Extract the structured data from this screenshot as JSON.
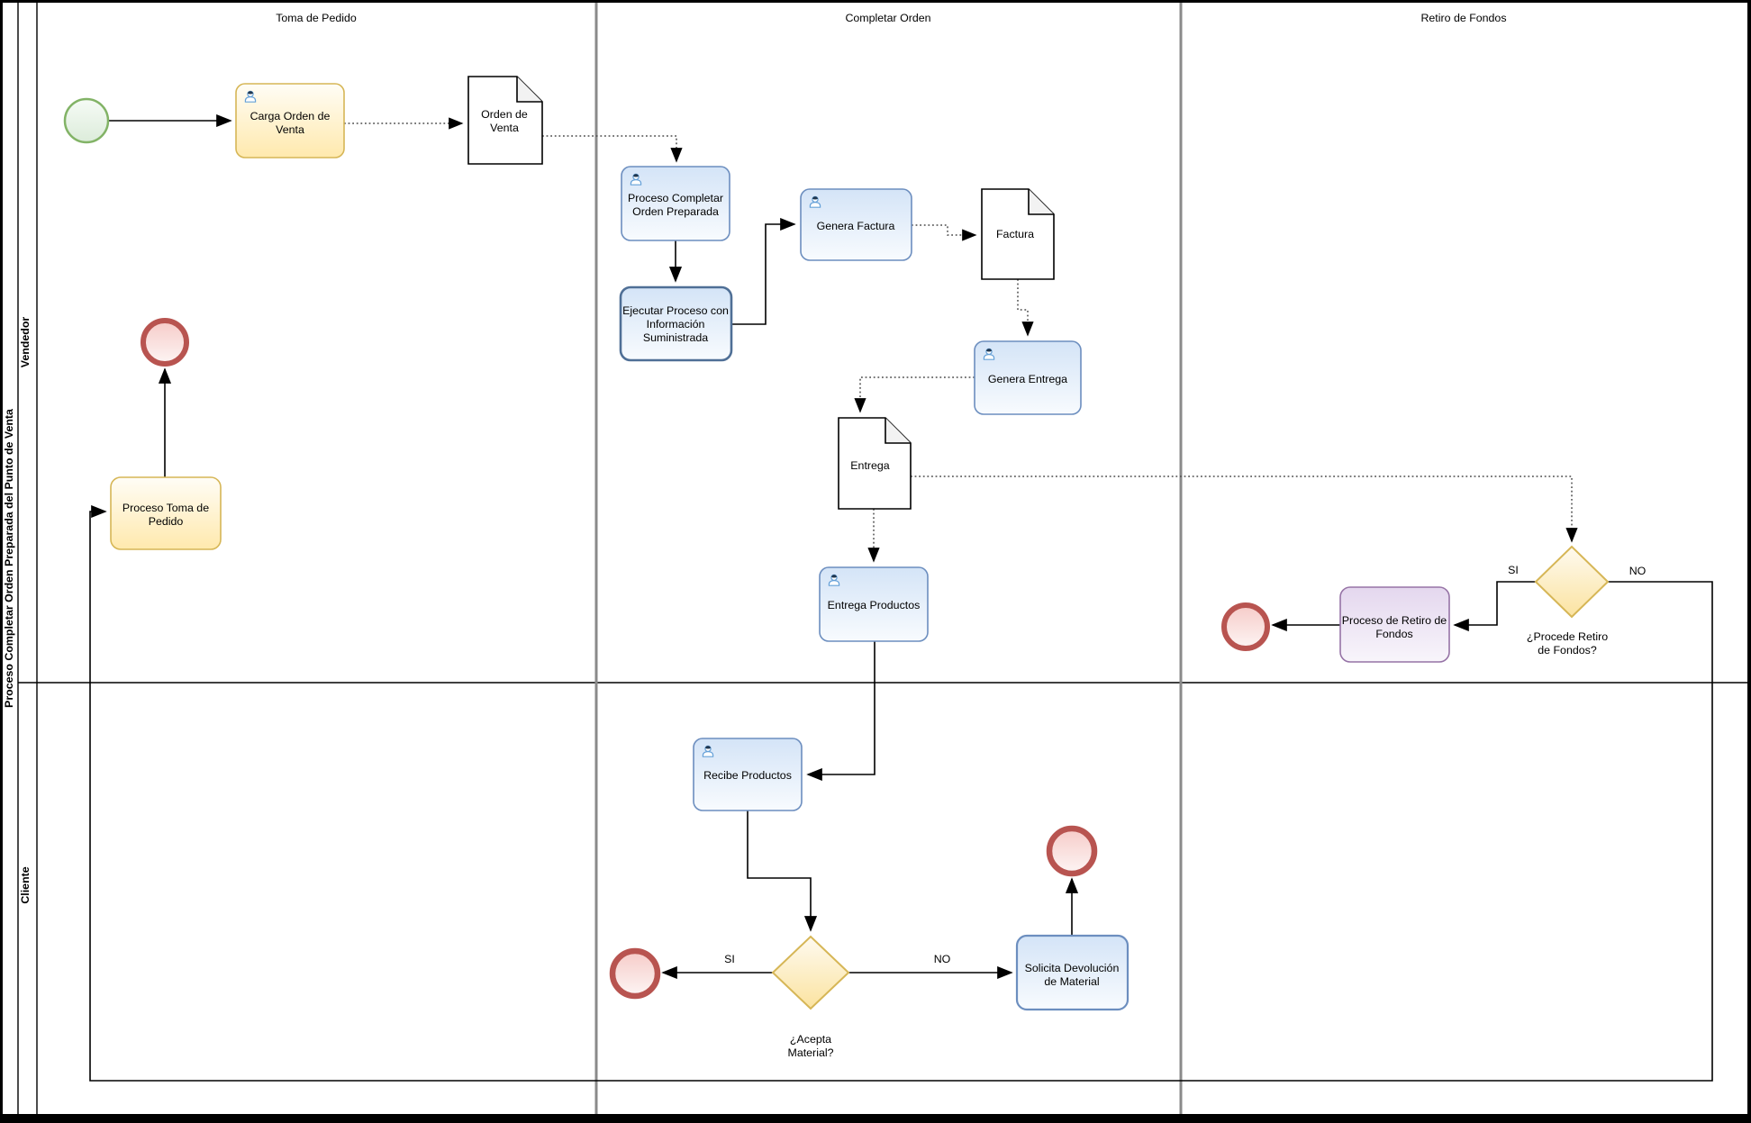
{
  "pool": {
    "title": "Proceso Completar Orden Preparada del Punto de Venta"
  },
  "lanes": [
    {
      "label": "Vendedor"
    },
    {
      "label": "Cliente"
    }
  ],
  "phases": [
    {
      "label": "Toma de Pedido"
    },
    {
      "label": "Completar Orden"
    },
    {
      "label": "Retiro de Fondos"
    }
  ],
  "nodes": {
    "carga_orden": {
      "lines": [
        "Carga Orden de",
        "Venta"
      ]
    },
    "orden_venta_doc": {
      "lines": [
        "Orden de",
        "Venta"
      ]
    },
    "proceso_completar": {
      "lines": [
        "Proceso Completar",
        "Orden Preparada"
      ]
    },
    "ejecutar_proceso": {
      "lines": [
        "Ejecutar Proceso con",
        "Información",
        "Suministrada"
      ]
    },
    "genera_factura": {
      "lines": [
        "Genera Factura"
      ]
    },
    "factura_doc": {
      "lines": [
        "Factura"
      ]
    },
    "genera_entrega": {
      "lines": [
        "Genera Entrega"
      ]
    },
    "entrega_doc": {
      "lines": [
        "Entrega"
      ]
    },
    "entrega_productos": {
      "lines": [
        "Entrega Productos"
      ]
    },
    "recibe_productos": {
      "lines": [
        "Recibe Productos"
      ]
    },
    "acepta_material_gateway": {
      "lines": [
        "¿Acepta",
        "Material?"
      ]
    },
    "solicita_devolucion": {
      "lines": [
        "Solicita Devolución",
        "de Material"
      ]
    },
    "proceso_toma": {
      "lines": [
        "Proceso Toma de",
        "Pedido"
      ]
    },
    "procede_retiro_gateway": {
      "lines": [
        "¿Procede Retiro",
        "de Fondos?"
      ]
    },
    "proceso_retiro": {
      "lines": [
        "Proceso de Retiro de",
        "Fondos"
      ]
    }
  },
  "edge_labels": {
    "acepta_si": "SI",
    "acepta_no": "NO",
    "procede_si": "SI",
    "procede_no": "NO"
  },
  "colors": {
    "task_yellow_border": "#d6b656",
    "task_yellow_fill": "#ffe9ad",
    "task_blue_border": "#6c8ebf",
    "task_blue_fill": "#d4e4f7",
    "task_purple_border": "#9673a6",
    "task_purple_fill": "#e6dbee",
    "gateway_fill": "#fbe5a3",
    "start_event_green": "#82b366",
    "end_event_red": "#b85450",
    "person_icon_blue": "#66a1d8"
  }
}
